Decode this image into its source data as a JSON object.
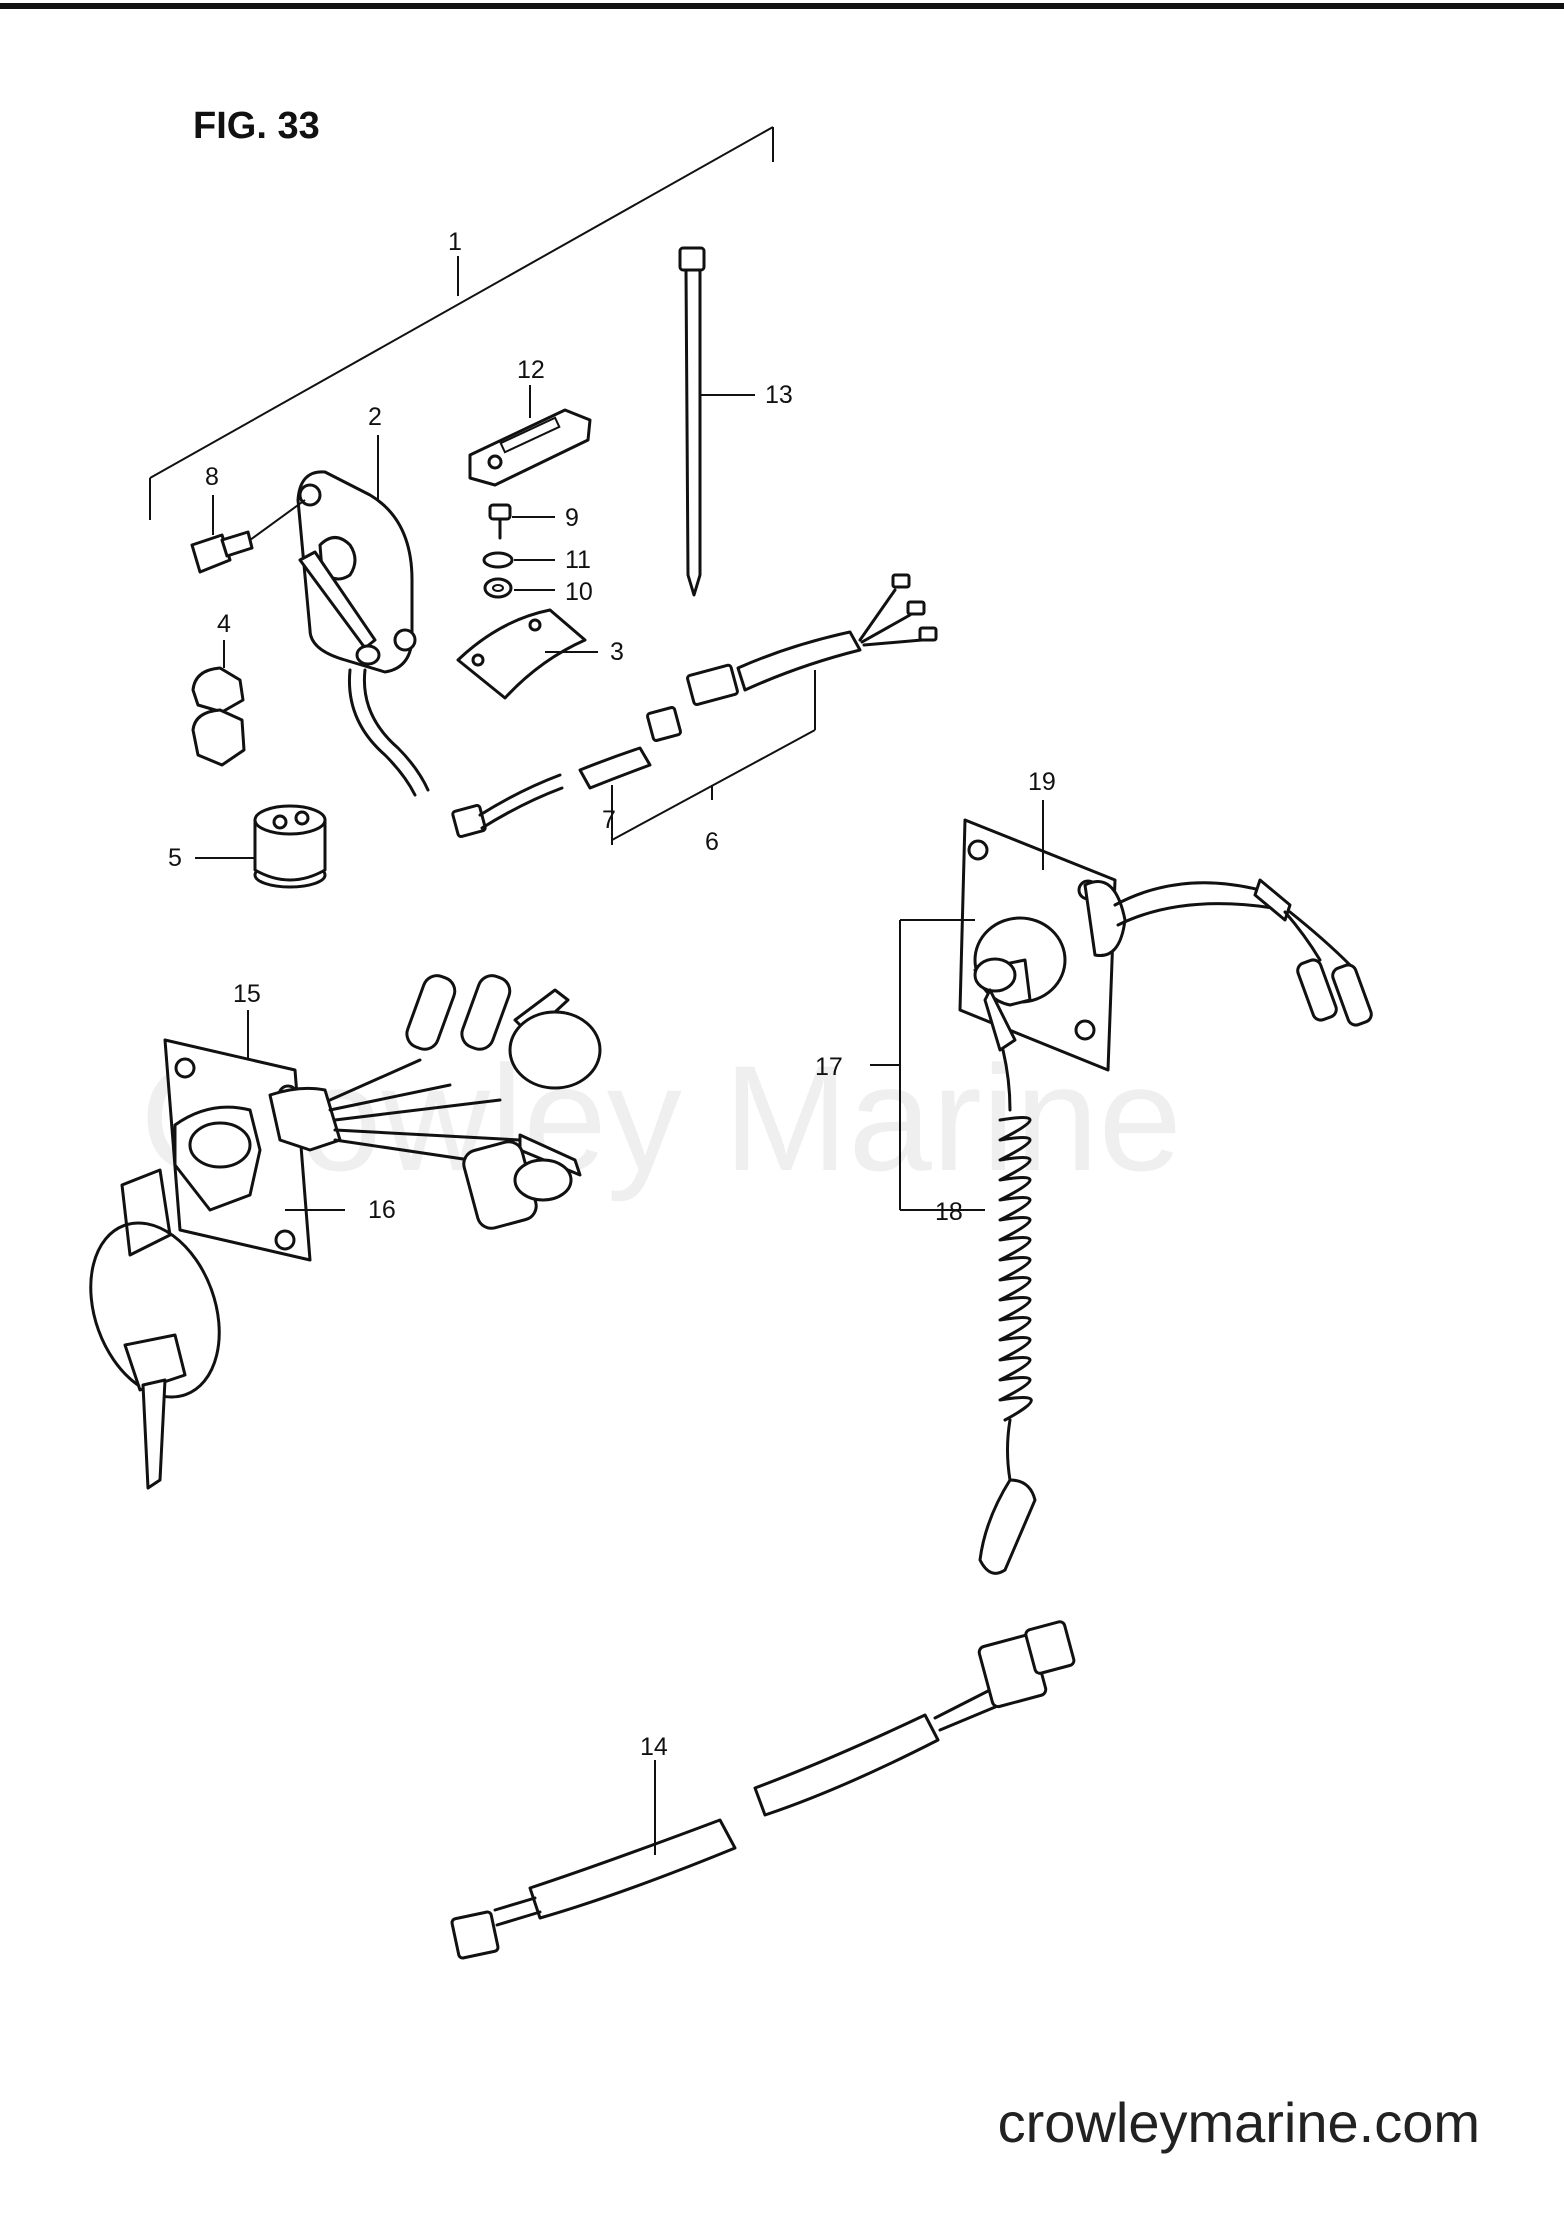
{
  "figure": {
    "title": "FIG. 33"
  },
  "callouts": {
    "c1": "1",
    "c2": "2",
    "c3": "3",
    "c4": "4",
    "c5": "5",
    "c6": "6",
    "c7": "7",
    "c8": "8",
    "c9": "9",
    "c10": "10",
    "c11": "11",
    "c12": "12",
    "c13": "13",
    "c14": "14",
    "c15": "15",
    "c16": "16",
    "c17": "17",
    "c18": "18",
    "c19": "19"
  },
  "watermark": {
    "text": "Crowley Marine"
  },
  "footer": {
    "site": "crowleymarine.com"
  }
}
